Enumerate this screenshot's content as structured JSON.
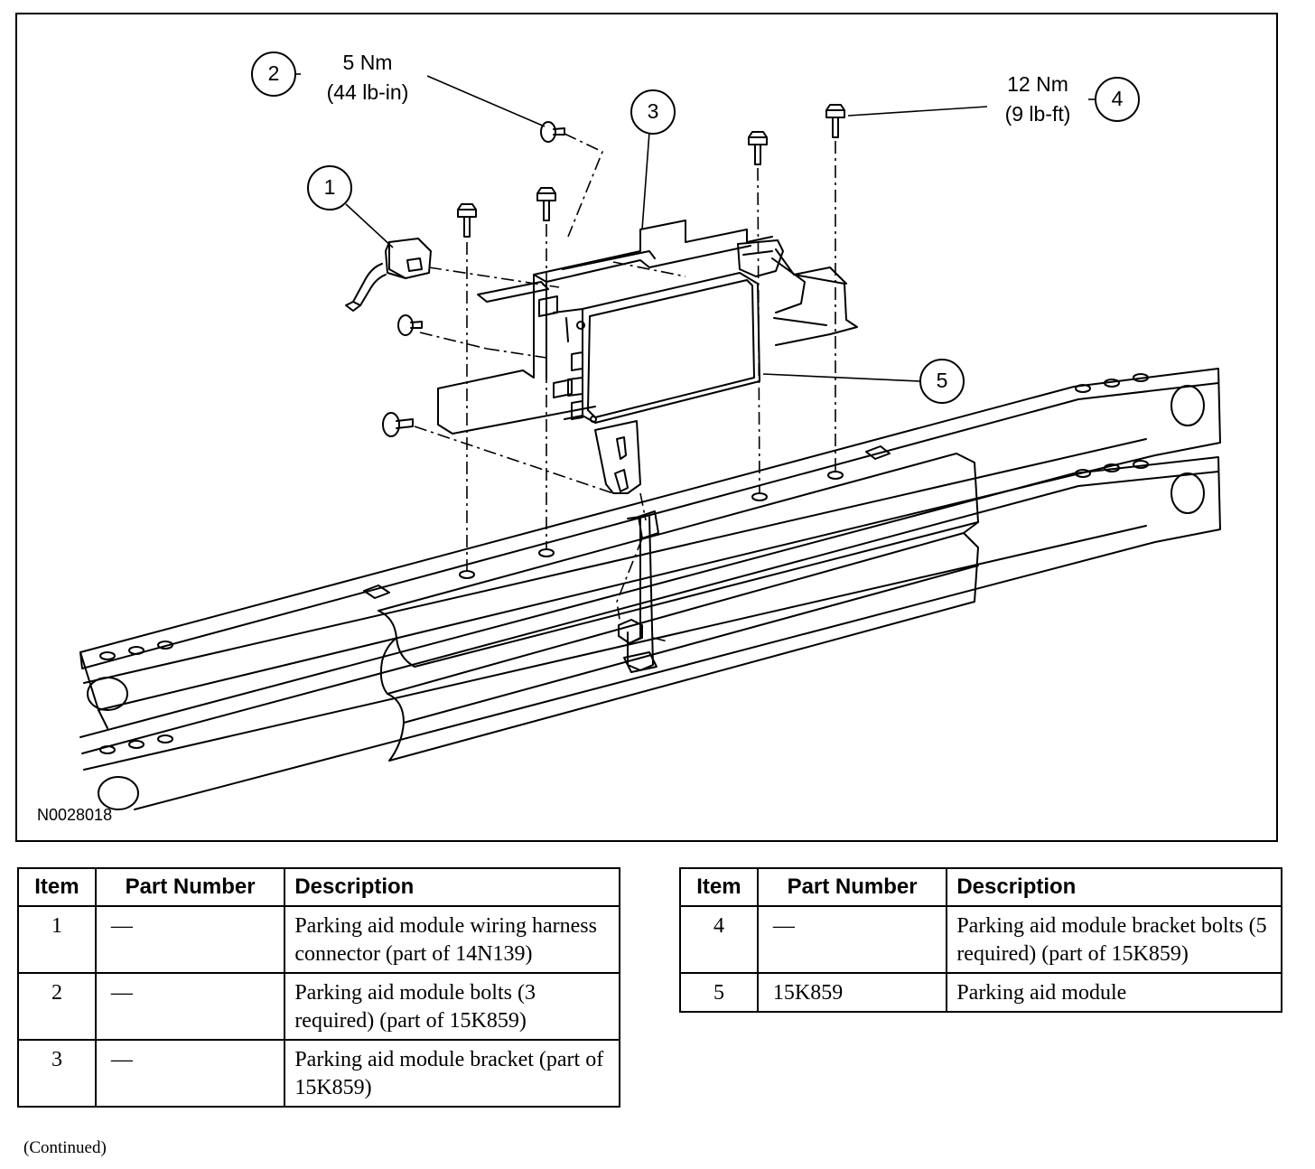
{
  "figure": {
    "id": "N0028018",
    "callouts": [
      {
        "number": "1"
      },
      {
        "number": "2",
        "torque_line1": "5 Nm",
        "torque_line2": "(44 lb-in)"
      },
      {
        "number": "3"
      },
      {
        "number": "4",
        "torque_line1": "12 Nm",
        "torque_line2": "(9 lb-ft)"
      },
      {
        "number": "5"
      }
    ]
  },
  "table_headers": {
    "item": "Item",
    "part_number": "Part Number",
    "description": "Description"
  },
  "table_left": [
    {
      "item": "1",
      "part_number": "—",
      "description": "Parking aid module wiring harness connector (part of 14N139)"
    },
    {
      "item": "2",
      "part_number": "—",
      "description": "Parking aid module bolts (3 required) (part of 15K859)"
    },
    {
      "item": "3",
      "part_number": "—",
      "description": "Parking aid module bracket (part of 15K859)"
    }
  ],
  "table_right": [
    {
      "item": "4",
      "part_number": "—",
      "description": "Parking aid module bracket bolts (5 required) (part of 15K859)"
    },
    {
      "item": "5",
      "part_number": "15K859",
      "description": "Parking aid module"
    }
  ],
  "footer": {
    "continued": "(Continued)"
  }
}
